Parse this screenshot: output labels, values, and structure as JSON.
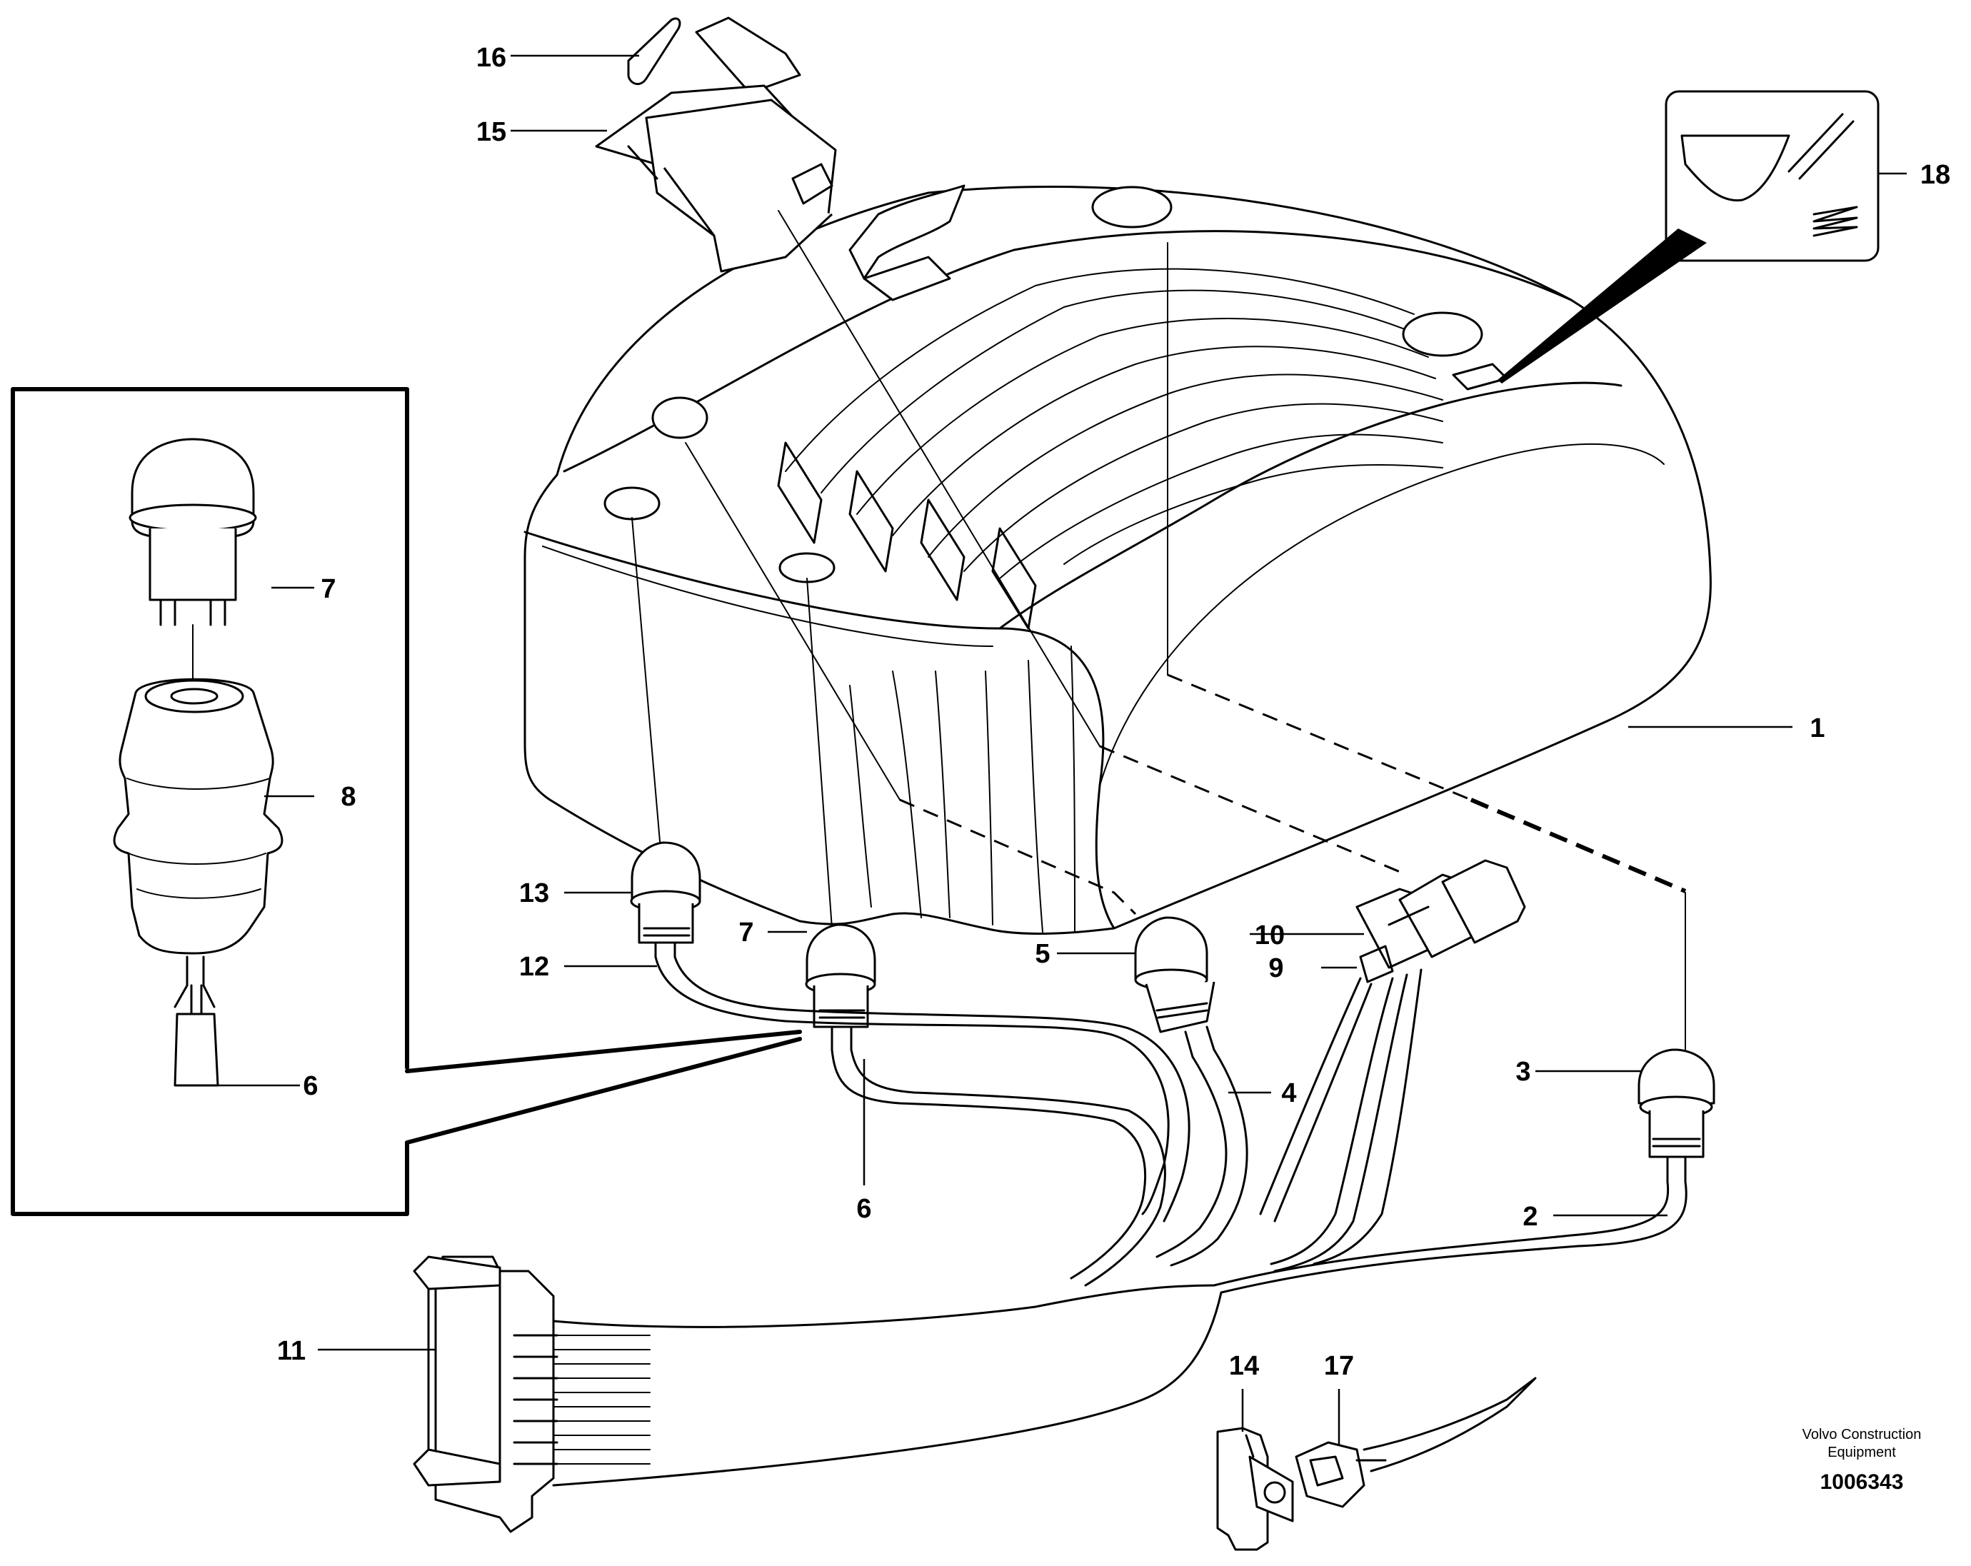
{
  "diagram": {
    "callouts": {
      "c1": "1",
      "c2": "2",
      "c3": "3",
      "c4": "4",
      "c5": "5",
      "c6a": "6",
      "c6b": "6",
      "c7a": "7",
      "c7b": "7",
      "c8": "8",
      "c9": "9",
      "c10": "10",
      "c11": "11",
      "c12": "12",
      "c13": "13",
      "c14": "14",
      "c15": "15",
      "c16": "16",
      "c17": "17",
      "c18": "18"
    },
    "brand_line1": "Volvo Construction",
    "brand_line2": "Equipment",
    "document_number": "1006343"
  }
}
